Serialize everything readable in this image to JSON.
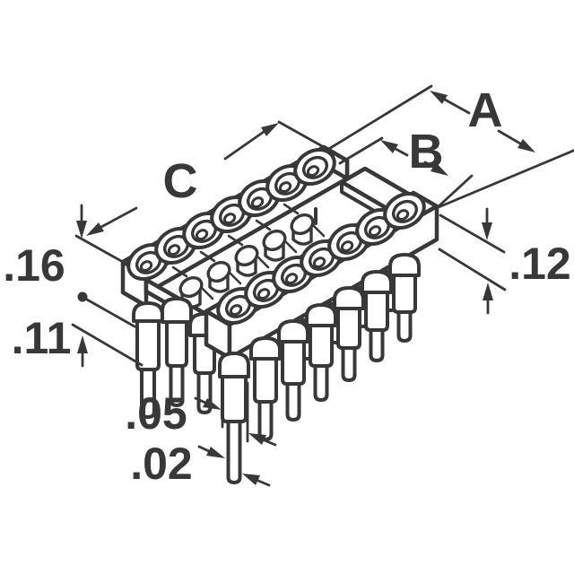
{
  "figure": {
    "kind": "technical-dimension-drawing",
    "subject": "dip-ic-socket-isometric-view",
    "contact_rows": 2,
    "contacts_per_row": 7,
    "colors": {
      "line": "#383838",
      "background": "#ffffff"
    },
    "dimensions": {
      "length_label": "C",
      "overall_width_label": "A",
      "inner_width_label": "B",
      "body_height": ".16",
      "standoff_height": ".11",
      "rail_height": ".12",
      "pin_width": ".05",
      "pin_tail_width": ".02"
    }
  }
}
